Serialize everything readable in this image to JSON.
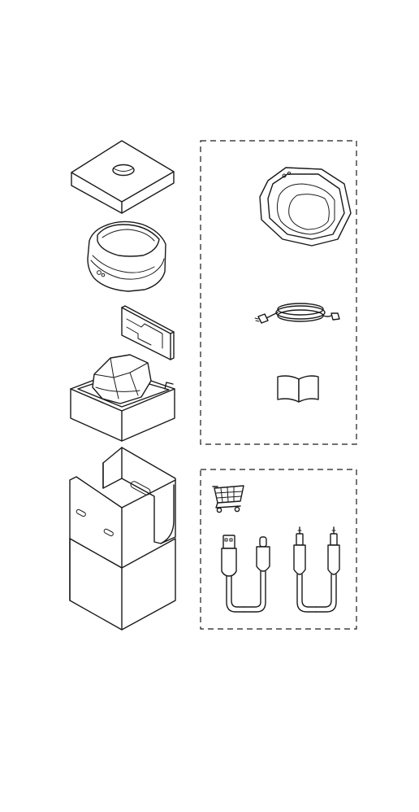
{
  "diagram": {
    "style": "line-art",
    "line_color": "#1a1a1a",
    "background": "#ffffff",
    "left_column": [
      "box-lid",
      "speaker",
      "quick-guide-card",
      "speaker-tray",
      "outer-box"
    ],
    "included_accessories": [
      "speaker",
      "power-cord",
      "manual-booklet"
    ],
    "optional_accessories": [
      "shopping-cart-icon",
      "usb-a-to-usb-c-cable",
      "aux-3.5mm-cable"
    ]
  }
}
